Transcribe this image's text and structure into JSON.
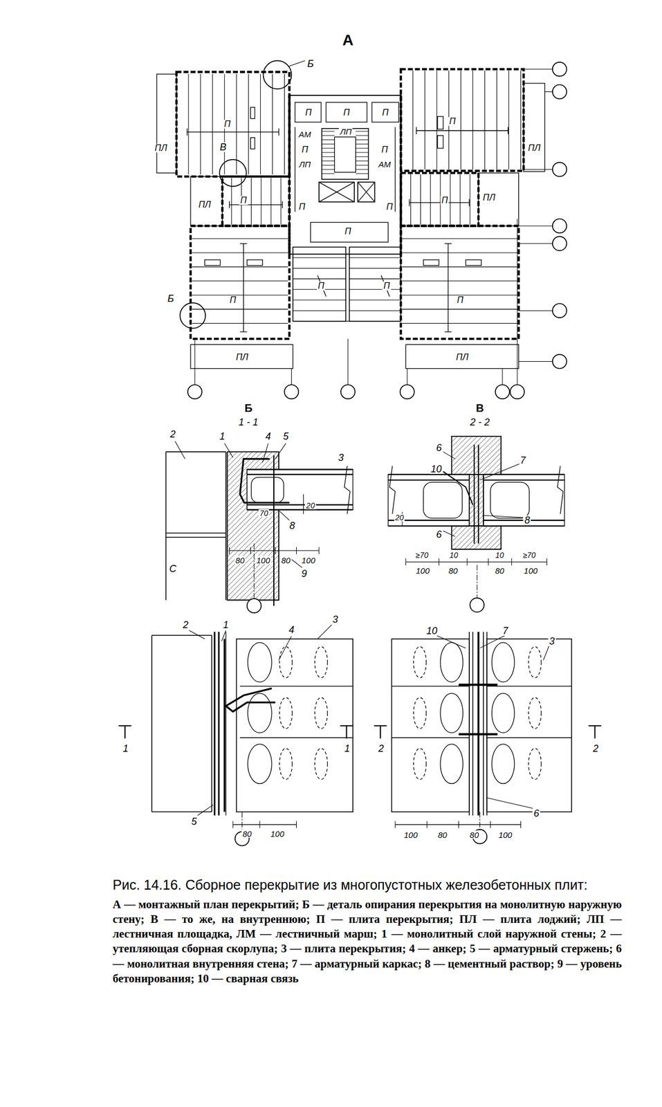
{
  "diagram": {
    "caption": "Рис. 14.16. Сборное перекрытие из многопустотных железобетонных плит:",
    "labels": [
      "А",
      "Б",
      "ПЛ",
      "П",
      "П",
      "П",
      "П",
      "АМ",
      "ЛП",
      "П",
      "П",
      "ЛП",
      "АМ",
      "П",
      "ПЛ",
      "В",
      "ПЛ",
      "П",
      "П",
      "П",
      "П",
      "ПЛ",
      "П",
      "П",
      "П",
      "П",
      "П",
      "Б",
      "ПЛ",
      "ПЛ",
      "Б",
      "1 - 1",
      "2",
      "1",
      "4",
      "5",
      "3",
      "70",
      "20",
      "8",
      "С",
      "80",
      "100",
      "80",
      "100",
      "9",
      "В",
      "2 - 2",
      "6",
      "10",
      "7",
      "20",
      "8",
      "6",
      "≥70",
      "10",
      "10",
      "≥70",
      "100",
      "80",
      "80",
      "100",
      "2",
      "1",
      "4",
      "3",
      "1",
      "1",
      "5",
      "80",
      "100",
      "10",
      "7",
      "3",
      "2",
      "2",
      "6",
      "100",
      "80",
      "80",
      "100",
      "А — монтажный план перекрытий; Б — деталь опирания перекрытия на монолитную наружную стену; В — то же, на внутреннюю; П — плита перекрытия; ПЛ — плита лоджий; ЛП — лестничная площадка, ЛМ — лестничный марш; 1 — монолитный слой наружной стены; 2 — утепляющая сборная скорлупа; 3 — плита перекрытия; 4 — анкер; 5 — арматурный стержень; 6 — монолитная внутренняя стена; 7 — арматурный каркас; 8 — цементный раствор; 9 — уровень бетонирования; 10 — сварная связь"
    ]
  }
}
